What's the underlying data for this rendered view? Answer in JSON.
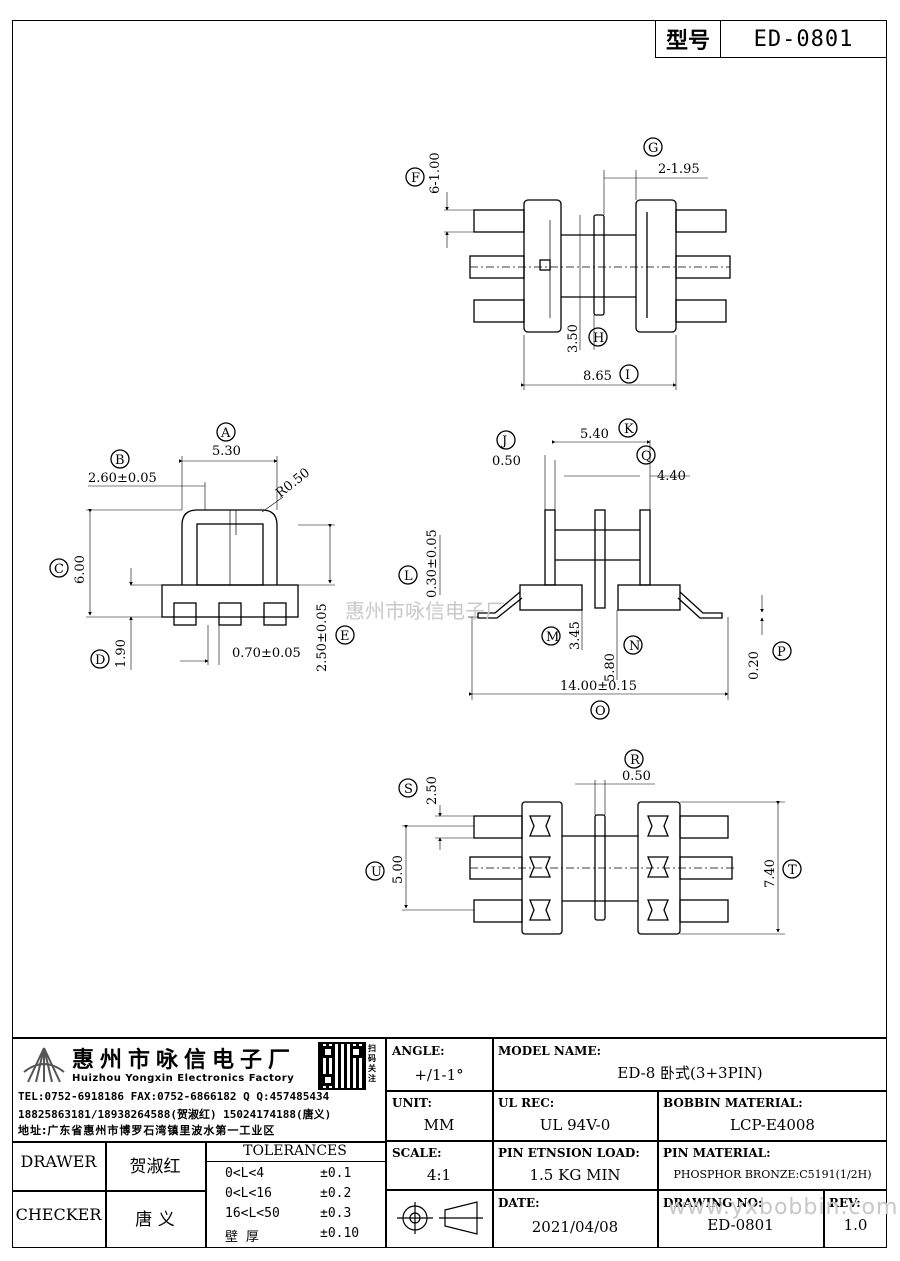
{
  "header": {
    "model_label": "型号",
    "model_value": "ED-0801"
  },
  "views": {
    "top": {
      "G": "G",
      "F": "F",
      "H": "H",
      "I": "I",
      "dim_F": "6-1.00",
      "dim_G": "2-1.95",
      "dim_H": "3.50",
      "dim_I": "8.65"
    },
    "front": {
      "A": "A",
      "B": "B",
      "C": "C",
      "D": "D",
      "E": "E",
      "dim_A": "5.30",
      "dim_B": "2.60±0.05",
      "radius": "R0.50",
      "dim_C": "6.00",
      "dim_D": "1.90",
      "dim_E": "2.50±0.05",
      "dim_pin": "0.70±0.05"
    },
    "side": {
      "J": "J",
      "K": "K",
      "Q": "Q",
      "L": "L",
      "M": "M",
      "N": "N",
      "O": "O",
      "P": "P",
      "dim_J": "0.50",
      "dim_K": "5.40",
      "dim_Q": "4.40",
      "dim_L": "0.30±0.05",
      "dim_M": "3.45",
      "dim_N": "5.80",
      "dim_O": "14.00±0.15",
      "dim_P": "0.20"
    },
    "bottom": {
      "R": "R",
      "S": "S",
      "U": "U",
      "T": "T",
      "dim_R": "0.50",
      "dim_S": "2.50",
      "dim_U": "5.00",
      "dim_T": "7.40"
    }
  },
  "watermark": {
    "company": "惠州市咏信电子厂",
    "url": "www.yxbobbin.com"
  },
  "title_block": {
    "company_cn": "惠州市咏信电子厂",
    "company_en": "Huizhou Yongxin Electronics Factory",
    "contact_line1": "TEL:0752-6918186  FAX:0752-6866182  Q Q:457485434",
    "contact_line2": "18825863181/18938264588(贺淑红)  15024174188(唐义)",
    "address": "地址:广东省惠州市博罗石湾镇里波水第一工业区",
    "angle_label": "ANGLE:",
    "angle_value": "+/1-1°",
    "model_name_label": "MODEL NAME:",
    "model_name_value": "ED-8 卧式(3+3PIN)",
    "unit_label": "UNIT:",
    "unit_value": "MM",
    "ul_rec_label": "UL REC:",
    "ul_rec_value": "UL 94V-0",
    "bobbin_material_label": "BOBBIN MATERIAL:",
    "bobbin_material_value": "LCP-E4008",
    "scale_label": "SCALE:",
    "scale_value": "4:1",
    "pin_load_label": "PIN ETNSION LOAD:",
    "pin_load_value": "1.5 KG MIN",
    "pin_material_label": "PIN MATERIAL:",
    "pin_material_value": "PHOSPHOR BRONZE:C5191(1/2H)",
    "date_label": "DATE:",
    "date_value": "2021/04/08",
    "drawing_no_label": "DRAWING NO:",
    "drawing_no_value": "ED-0801",
    "rev_label": "REV:",
    "rev_value": "1.0",
    "drawer_label": "DRAWER",
    "drawer_value": "贺淑红",
    "checker_label": "CHECKER",
    "checker_value": "唐  义",
    "tolerances_label": "TOLERANCES",
    "tolerances": [
      {
        "range": "0<L<4",
        "tol": "±0.1"
      },
      {
        "range": "0<L<16",
        "tol": "±0.2"
      },
      {
        "range": "16<L<50",
        "tol": "±0.3"
      },
      {
        "range": "壁    厚",
        "tol": "±0.10"
      }
    ],
    "qr_side_text": "扫码关注"
  }
}
